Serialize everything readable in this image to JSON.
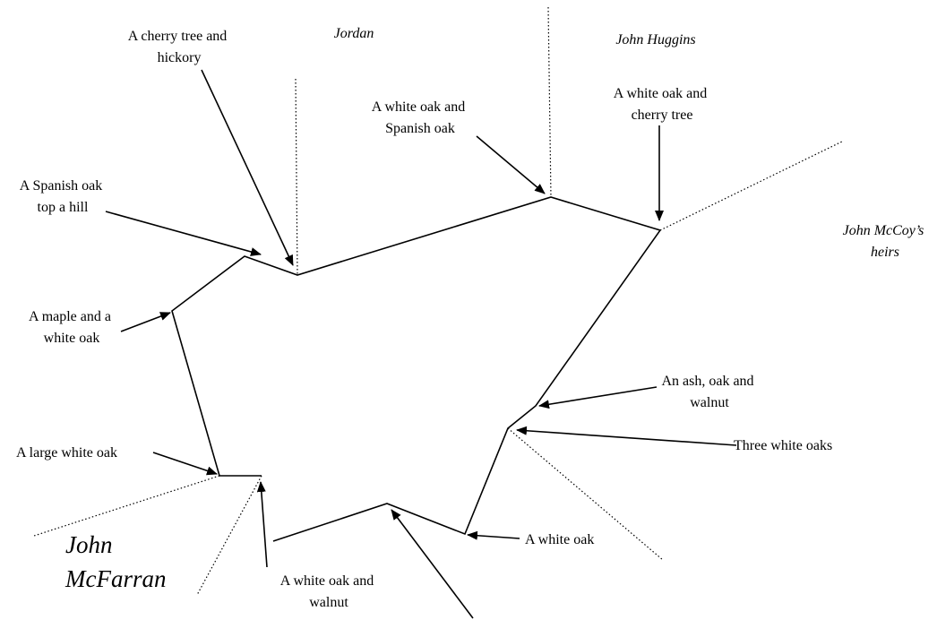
{
  "owners": {
    "jordan": "Jordan",
    "huggins": "John Huggins",
    "mccoy": [
      "John McCoy’s",
      "heirs"
    ],
    "mcfarran": [
      "John",
      "McFarran"
    ]
  },
  "corners": {
    "cherry_hickory": [
      "A cherry tree and",
      "hickory"
    ],
    "white_oak_spanish": [
      "A white oak and",
      "Spanish oak"
    ],
    "white_oak_cherry": [
      "A white oak and",
      "cherry tree"
    ],
    "spanish_oak_hill": [
      "A Spanish oak",
      "top a hill"
    ],
    "maple_white_oak": [
      "A maple and a",
      "white oak"
    ],
    "ash_oak_walnut": [
      "An ash, oak and",
      "walnut"
    ],
    "three_white_oaks": "Three white oaks",
    "large_white_oak": "A large white oak",
    "white_oak": "A white oak",
    "white_oak_walnut": [
      "A white oak and",
      "walnut"
    ]
  }
}
